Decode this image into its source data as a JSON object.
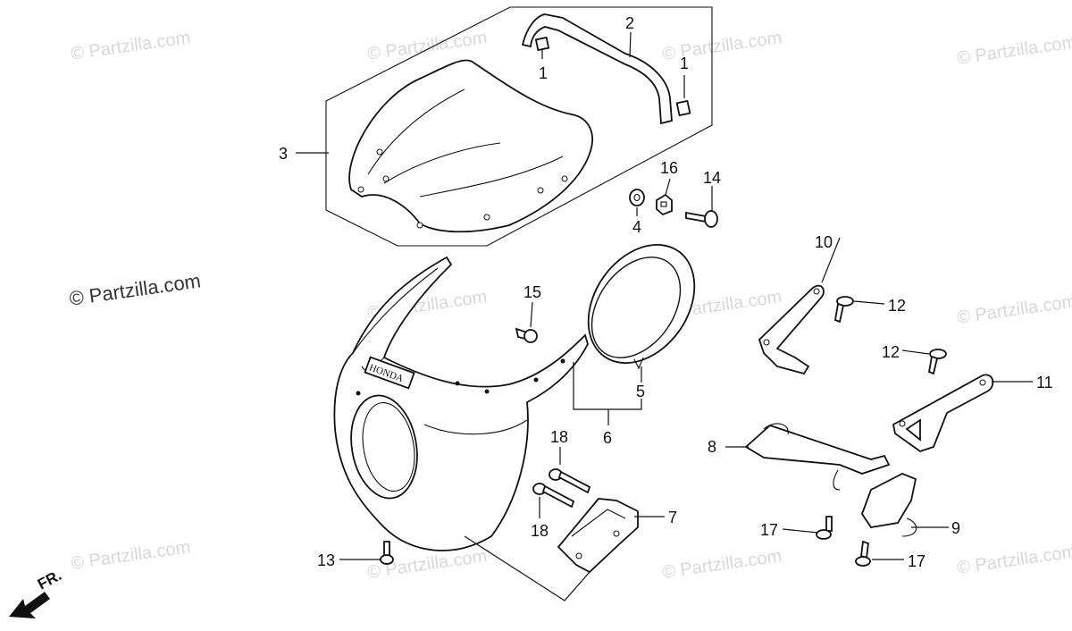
{
  "watermark": {
    "text": "© Partzilla.com"
  },
  "front_label": "FR.",
  "brand_mark": "HONDA",
  "callouts": [
    {
      "id": "c1a",
      "label": "1"
    },
    {
      "id": "c1b",
      "label": "1"
    },
    {
      "id": "c2",
      "label": "2"
    },
    {
      "id": "c3",
      "label": "3"
    },
    {
      "id": "c4",
      "label": "4"
    },
    {
      "id": "c5",
      "label": "5"
    },
    {
      "id": "c6",
      "label": "6"
    },
    {
      "id": "c7",
      "label": "7"
    },
    {
      "id": "c8",
      "label": "8"
    },
    {
      "id": "c9",
      "label": "9"
    },
    {
      "id": "c10",
      "label": "10"
    },
    {
      "id": "c11",
      "label": "11"
    },
    {
      "id": "c12a",
      "label": "12"
    },
    {
      "id": "c12b",
      "label": "12"
    },
    {
      "id": "c13",
      "label": "13"
    },
    {
      "id": "c14",
      "label": "14"
    },
    {
      "id": "c15",
      "label": "15"
    },
    {
      "id": "c16",
      "label": "16"
    },
    {
      "id": "c17a",
      "label": "17"
    },
    {
      "id": "c17b",
      "label": "17"
    },
    {
      "id": "c18a",
      "label": "18"
    },
    {
      "id": "c18b",
      "label": "18"
    }
  ]
}
